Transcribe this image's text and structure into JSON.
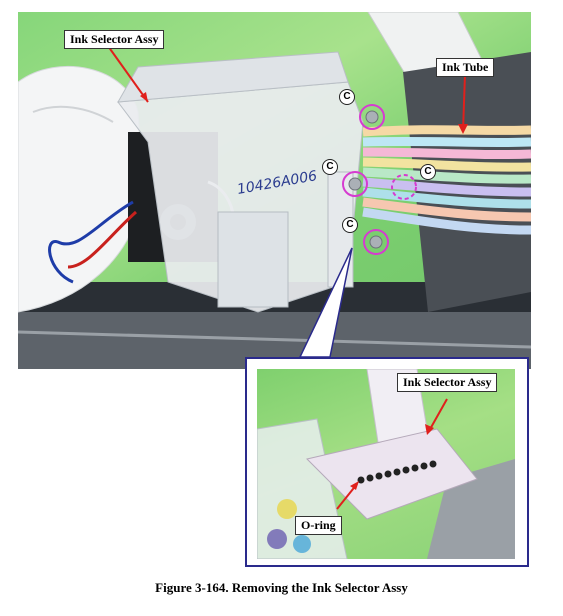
{
  "labels": {
    "ink_selector_assy": "Ink Selector Assy",
    "ink_tube": "Ink Tube",
    "screw_marker": "C",
    "inset_ink_selector_assy": "Ink Selector Assy",
    "o_ring": "O-ring"
  },
  "handwriting": "10426A006",
  "caption": "Figure 3-164.  Removing the Ink Selector Assy",
  "colors": {
    "leader_line": "#e0201c",
    "screw_circle": "#d63bd0",
    "inset_border": "#2a2a8c"
  }
}
